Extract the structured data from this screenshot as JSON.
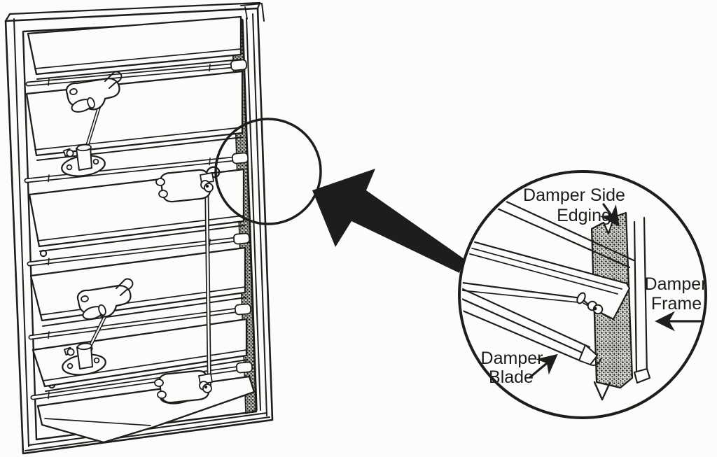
{
  "figure": {
    "ink_color": "#1d1d1b",
    "paper_color": "#fcfcfa"
  },
  "detail_view": {
    "labels": {
      "side_edging": {
        "line1": "Damper Side",
        "line2": "Edging"
      },
      "frame": {
        "line1": "Damper",
        "line2": "Frame"
      },
      "blade": {
        "line1": "Damper",
        "line2": "Blade"
      }
    }
  }
}
